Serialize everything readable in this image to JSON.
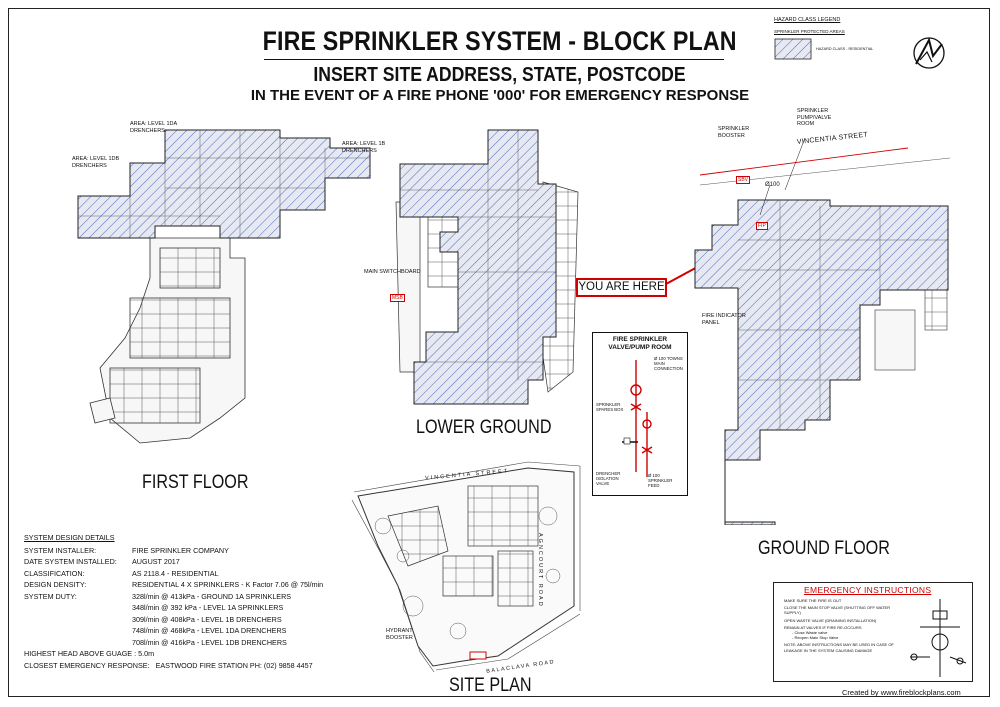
{
  "header": {
    "title": "FIRE SPRINKLER SYSTEM - BLOCK PLAN",
    "address": "INSERT SITE ADDRESS, STATE, POSTCODE",
    "emergency_line": "IN THE EVENT OF A FIRE PHONE '000' FOR EMERGENCY RESPONSE"
  },
  "legend": {
    "title": "HAZARD CLASS LEGEND",
    "subtitle": "SPRINKLER PROTECTED AREAS",
    "item_label": "HAZARD CLASS - RESIDENTIAL"
  },
  "plans": {
    "first_floor": {
      "title": "FIRST FLOOR",
      "labels": {
        "area_1da": "AREA: LEVEL 1DA DRENCHERS",
        "area_1db": "AREA: LEVEL 1DB DRENCHERS",
        "area_1b": "AREA: LEVEL 1B DRENCHERS"
      }
    },
    "lower_ground": {
      "title": "LOWER GROUND",
      "main_switchboard": "MAIN SWITCHBOARD",
      "msb_tag": "MSB"
    },
    "ground_floor": {
      "title": "GROUND FLOOR",
      "sprinkler_booster": "SPRINKLER BOOSTER",
      "pump_valve_room": "SPRINKLER PUMP/VALVE ROOM",
      "street": "VINCENTIA STREET",
      "pipe_size": "Ø100",
      "fip_tag": "FIP",
      "sbv_tag": "SBV",
      "fire_indicator_panel": "FIRE INDICATOR PANEL"
    },
    "site_plan": {
      "title": "SITE PLAN",
      "street_top": "VINCENTIA STREET",
      "street_right": "AGNCOURT ROAD",
      "street_bottom": "BALACLAVA ROAD",
      "hydrant_booster": "HYDRANT BOOSTER"
    }
  },
  "you_are_here": "YOU ARE HERE",
  "valve_room": {
    "title": "FIRE SPRINKLER VALVE/PUMP ROOM",
    "towns_main": "Ø 100 TOWNS MAIN CONNECTION",
    "spares_box": "SPRINKLER SPARES BOX",
    "drencher_valve": "DRENCHER ISOLATION VALVE",
    "sprinkler_feed": "Ø 100 SPRINKLER FEED"
  },
  "system_details": {
    "heading": "SYSTEM DESIGN DETAILS",
    "installer_label": "SYSTEM INSTALLER:",
    "installer": "FIRE SPRINKLER COMPANY",
    "date_label": "DATE SYSTEM INSTALLED:",
    "date": "AUGUST 2017",
    "classification_label": "CLASSIFICATION:",
    "classification": "AS 2118.4 - RESIDENTIAL",
    "density_label": "DESIGN DENSITY:",
    "density": "RESIDENTIAL 4 X SPRINKLERS - K Factor 7.06 @ 75l/min",
    "duty_label": "SYSTEM DUTY:",
    "duty": [
      "328l/min @ 413kPa - GROUND 1A SPRINKLERS",
      "348l/min @ 392 kPa - LEVEL 1A SPRINKLERS",
      "309l/min @ 408kPa - LEVEL 1B DRENCHERS",
      "748l/min @ 468kPa - LEVEL 1DA DRENCHERS",
      "708l/min @ 416kPa - LEVEL 1DB DRENCHERS"
    ],
    "head_label": "HIGHEST HEAD ABOVE GUAGE :",
    "head": "5.0m",
    "response_label": "CLOSEST EMERGENCY RESPONSE:",
    "response": "EASTWOOD FIRE STATION  PH: (02) 9858 4457"
  },
  "emergency": {
    "title": "EMERGENCY INSTRUCTIONS",
    "lines": [
      "MAKE SURE THE FIRE IS OUT",
      "CLOSE THE MAIN STOP VALVE (shutting off water supply)",
      "OPEN WASTE VALVE (Draining installation)",
      "REMAIN AT VALVES IF FIRE RE-OCCURS",
      "- Close Waste valve",
      "- Reopen Main Stop Valve",
      "NOTE: ABOVE INSTRUCTIONS MAY BE USED IN CASE OF LEAKAGE IN THE SYSTEM CAUSING DAMAGE"
    ]
  },
  "credit": "Created by www.fireblockplans.com",
  "colors": {
    "hatch": "#3d5bb5",
    "alert": "#d00000",
    "ink": "#111111"
  }
}
